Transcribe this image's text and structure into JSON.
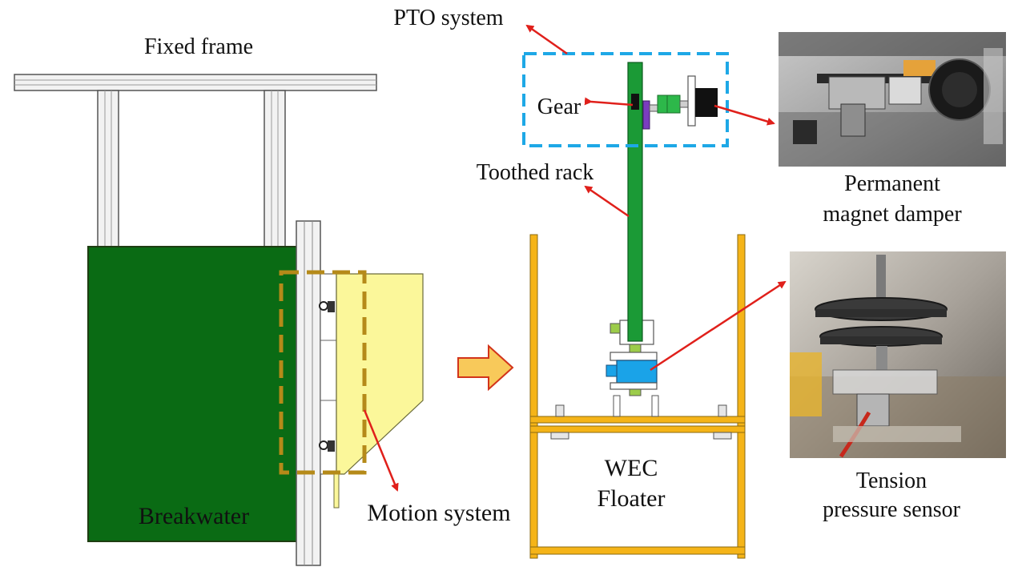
{
  "labels": {
    "fixed_frame": "Fixed frame",
    "pto_system": "PTO system",
    "gear": "Gear",
    "toothed_rack": "Toothed rack",
    "permanent_magnet_damper_line1": "Permanent",
    "permanent_magnet_damper_line2": "magnet damper",
    "breakwater": "Breakwater",
    "motion_system": "Motion system",
    "wec_floater_line1": "WEC",
    "wec_floater_line2": "Floater",
    "tension_sensor_line1": "Tension",
    "tension_sensor_line2": "pressure sensor"
  },
  "colors": {
    "breakwater": "#0a6b14",
    "frame_fill": "#f2f2f2",
    "frame_stroke": "#555555",
    "plate_yellow": "#fbf79a",
    "motion_box": "#b58a19",
    "floater_frame": "#f5b418",
    "rack": "#1b9a36",
    "pto_box": "#1ea8e6",
    "sensor_block": "#1aa3e8",
    "arrow_red": "#e0201b",
    "big_arrow": "#f8c95a"
  },
  "icons": {
    "flow_arrow": "right-arrow-icon",
    "photo_damper": "damper-photo",
    "photo_sensor": "sensor-photo"
  }
}
